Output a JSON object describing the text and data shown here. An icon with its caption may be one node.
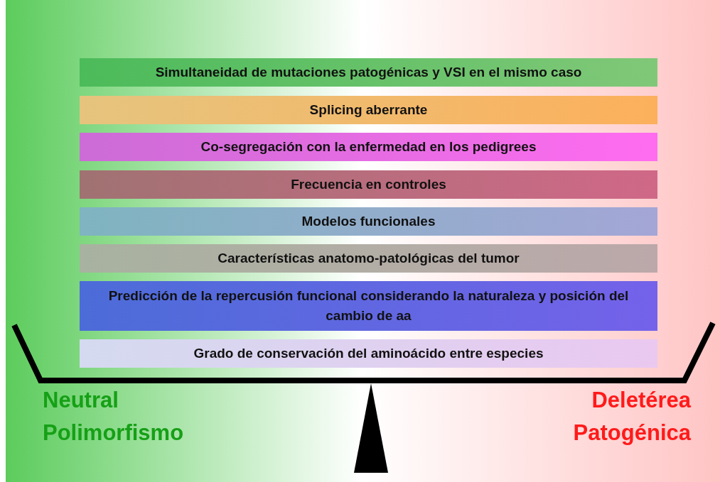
{
  "diagram": {
    "nodes": [
      {
        "text": [
          "Simultaneidad de mutaciones patogénicas y VSI en el mismo caso"
        ]
      },
      {
        "text": [
          "Splicing aberrante"
        ]
      },
      {
        "text": [
          "Co-segregación con la enfermedad en los pedigrees"
        ]
      },
      {
        "text": [
          "Frecuencia en controles"
        ]
      },
      {
        "text": [
          "Modelos funcionales"
        ]
      },
      {
        "text": [
          "Características anatomo-patológicas del tumor"
        ]
      },
      {
        "text": [
          "Predicción de la repercusión funcional considerando la naturaleza y posición del cambio de aa"
        ]
      },
      {
        "text": [
          "Grado de conservación del aminoácido entre especies"
        ]
      }
    ],
    "edges": [],
    "labels": [
      "Neutral",
      "Polimorfismo",
      "Deletérea",
      "Patogénica"
    ]
  }
}
